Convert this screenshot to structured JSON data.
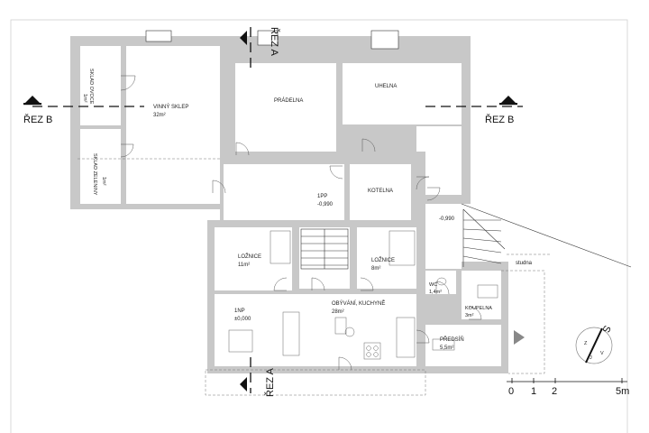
{
  "sections": {
    "b_left": "ŘEZ B",
    "b_right": "ŘEZ B",
    "a_top": "ŘEZ A",
    "a_bottom": "ŘEZ A"
  },
  "rooms": {
    "sklad_ovoce": {
      "name": "SKLAD OVOCE",
      "area": "1m²"
    },
    "vinny_sklep": {
      "name": "VINNÝ SKLEP",
      "area": "32m²"
    },
    "sklad_zeleniny": {
      "name": "SKLAD ZELENINY",
      "area": "1m²"
    },
    "pradelna": {
      "name": "PRÁDELNA"
    },
    "uhelna": {
      "name": "UHELNA"
    },
    "kotelna": {
      "name": "KOTELNA"
    },
    "hall_1pp": {
      "name": "1PP",
      "level": "-0,990"
    },
    "stair_level": {
      "level": "-0,990"
    },
    "loznice_11": {
      "name": "LOŽNICE",
      "area": "11m²"
    },
    "loznice_8": {
      "name": "LOŽNICE",
      "area": "8m²"
    },
    "wc": {
      "name": "WC",
      "area": "1,4m²"
    },
    "koupelna": {
      "name": "KOUPELNA",
      "area": "3m²"
    },
    "obyvani": {
      "name": "OBÝVÁNÍ, KUCHYNĚ",
      "area": "28m²"
    },
    "np1": {
      "name": "1NP",
      "level": "±0,000"
    },
    "predsin": {
      "name": "PŘEDSÍŇ",
      "area": "5,5m²"
    }
  },
  "exterior": {
    "studna": "studna"
  },
  "compass": {
    "s": "S",
    "z": "Z",
    "v": "V",
    "j": "J"
  },
  "scale": {
    "t0": "0",
    "t1": "1",
    "t2": "2",
    "t5": "5m"
  }
}
